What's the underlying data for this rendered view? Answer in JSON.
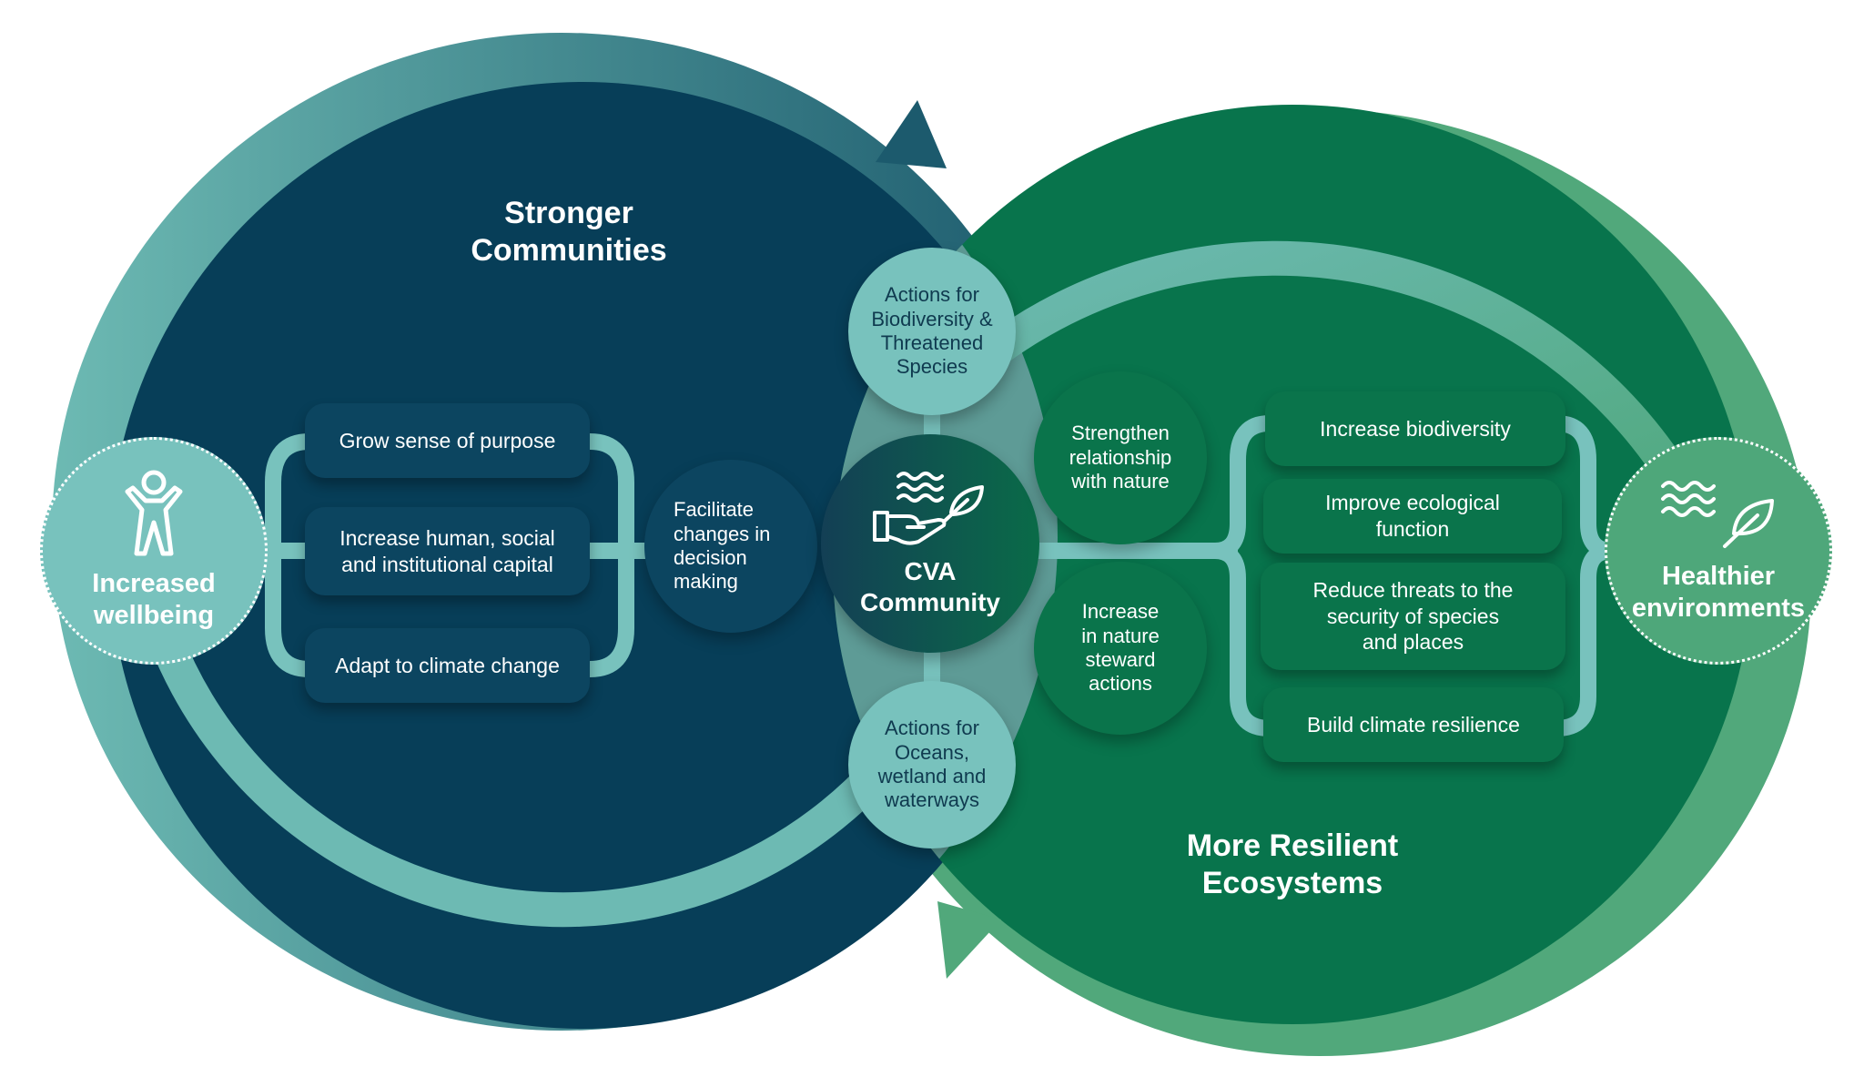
{
  "colors": {
    "navy": "#073e58",
    "green": "#08744c",
    "overlap": "#5e9b96",
    "teal_arrow": "#6dbab3",
    "green_arrow": "#51a87b",
    "light_circle": "#78c2bd",
    "outcome_left": "#78c2bd",
    "outcome_right": "#4ea77a",
    "cva_gradient_left": "#133f55",
    "cva_gradient_right": "#0a6b48"
  },
  "left_domain": {
    "title": "Stronger\nCommunities",
    "outcome": {
      "label": "Increased\nwellbeing",
      "icon": "person-icon"
    },
    "boxes": [
      "Grow sense of purpose",
      "Increase human, social\nand institutional capital",
      "Adapt to climate change"
    ],
    "connector": "Facilitate\nchanges in\ndecision\nmaking"
  },
  "center": {
    "label": "CVA\nCommunity",
    "icon": "hand-water-leaf-icon",
    "top_action": "Actions for\nBiodiversity &\nThreatened\nSpecies",
    "bottom_action": "Actions for\nOceans,\nwetland and\nwaterways"
  },
  "right_domain": {
    "title": "More Resilient\nEcosystems",
    "outcome": {
      "label": "Healthier\nenvironments",
      "icon": "water-leaf-icon"
    },
    "connectors": [
      "Strengthen\nrelationship\nwith nature",
      "Increase\nin nature\nsteward\nactions"
    ],
    "boxes": [
      "Increase biodiversity",
      "Improve ecological\nfunction",
      "Reduce threats to the\nsecurity of species\nand places",
      "Build climate resilience"
    ]
  }
}
